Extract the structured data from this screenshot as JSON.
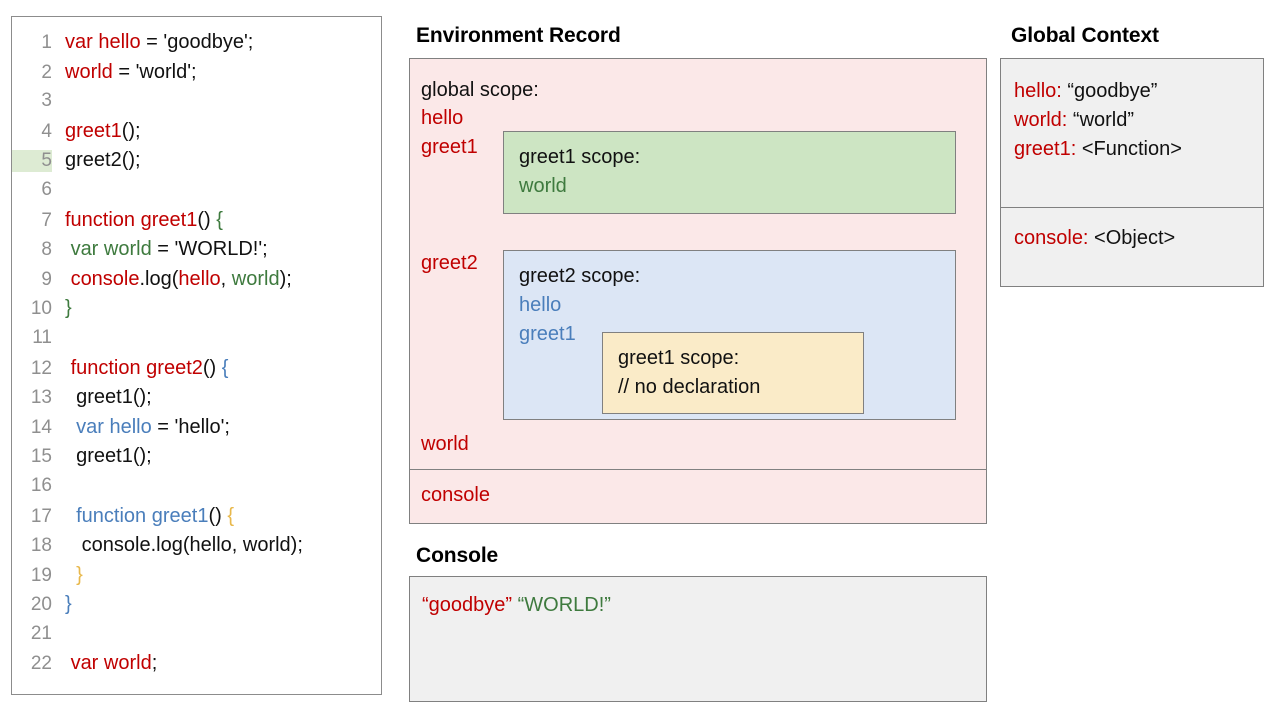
{
  "editor": {
    "highlighted_line": 5,
    "lines": [
      {
        "number": "1",
        "tokens": [
          {
            "t": "var hello",
            "c": "red"
          },
          {
            "t": " = 'goodbye';",
            "c": "black"
          }
        ]
      },
      {
        "number": "2",
        "tokens": [
          {
            "t": "world",
            "c": "red"
          },
          {
            "t": " = 'world';",
            "c": "black"
          }
        ]
      },
      {
        "number": "3",
        "tokens": []
      },
      {
        "number": "4",
        "tokens": [
          {
            "t": "greet1",
            "c": "red"
          },
          {
            "t": "();",
            "c": "black"
          }
        ]
      },
      {
        "number": "5",
        "tokens": [
          {
            "t": "greet2();",
            "c": "black"
          }
        ]
      },
      {
        "number": "6",
        "tokens": []
      },
      {
        "number": "7",
        "tokens": [
          {
            "t": "function greet1",
            "c": "red"
          },
          {
            "t": "() ",
            "c": "black"
          },
          {
            "t": "{",
            "c": "green"
          }
        ]
      },
      {
        "number": "8",
        "tokens": [
          {
            "t": " ",
            "c": "black"
          },
          {
            "t": "var world",
            "c": "green"
          },
          {
            "t": " = 'WORLD!';",
            "c": "black"
          }
        ]
      },
      {
        "number": "9",
        "tokens": [
          {
            "t": " ",
            "c": "black"
          },
          {
            "t": "console",
            "c": "red"
          },
          {
            "t": ".log(",
            "c": "black"
          },
          {
            "t": "hello",
            "c": "red"
          },
          {
            "t": ", ",
            "c": "black"
          },
          {
            "t": "world",
            "c": "green"
          },
          {
            "t": ");",
            "c": "black"
          }
        ]
      },
      {
        "number": "10",
        "tokens": [
          {
            "t": "}",
            "c": "green"
          }
        ]
      },
      {
        "number": "11",
        "tokens": []
      },
      {
        "number": "12",
        "tokens": [
          {
            "t": " ",
            "c": "black"
          },
          {
            "t": "function greet2",
            "c": "red"
          },
          {
            "t": "() ",
            "c": "black"
          },
          {
            "t": "{",
            "c": "blue"
          }
        ]
      },
      {
        "number": "13",
        "tokens": [
          {
            "t": "  greet1();",
            "c": "black"
          }
        ]
      },
      {
        "number": "14",
        "tokens": [
          {
            "t": "  ",
            "c": "black"
          },
          {
            "t": "var hello",
            "c": "blue"
          },
          {
            "t": " = 'hello';",
            "c": "black"
          }
        ]
      },
      {
        "number": "15",
        "tokens": [
          {
            "t": "  greet1();",
            "c": "black"
          }
        ]
      },
      {
        "number": "16",
        "tokens": []
      },
      {
        "number": "17",
        "tokens": [
          {
            "t": "  ",
            "c": "black"
          },
          {
            "t": "function greet1",
            "c": "blue"
          },
          {
            "t": "() ",
            "c": "black"
          },
          {
            "t": "{",
            "c": "amber"
          }
        ]
      },
      {
        "number": "18",
        "tokens": [
          {
            "t": "   console.log(hello, world);",
            "c": "black"
          }
        ]
      },
      {
        "number": "19",
        "tokens": [
          {
            "t": "  ",
            "c": "black"
          },
          {
            "t": "}",
            "c": "amber"
          }
        ]
      },
      {
        "number": "20",
        "tokens": [
          {
            "t": "}",
            "c": "blue"
          }
        ]
      },
      {
        "number": "21",
        "tokens": []
      },
      {
        "number": "22",
        "tokens": [
          {
            "t": " ",
            "c": "black"
          },
          {
            "t": "var world",
            "c": "red"
          },
          {
            "t": ";",
            "c": "black"
          }
        ]
      }
    ]
  },
  "environment_record": {
    "heading": "Environment Record",
    "global_scope_title": "global scope:",
    "vars": {
      "hello": "hello",
      "greet1": "greet1",
      "greet2": "greet2",
      "world": "world",
      "console": "console"
    },
    "greet1_scope": {
      "title": "greet1 scope:",
      "vars": [
        "world"
      ]
    },
    "greet2_scope": {
      "title": "greet2 scope:",
      "vars": [
        "hello",
        "greet1"
      ]
    },
    "greet1_nested_scope": {
      "title": "greet1 scope:",
      "note": "// no declaration"
    }
  },
  "console": {
    "heading": "Console",
    "output": [
      {
        "text": "“goodbye”",
        "color": "red"
      },
      {
        "text": "“WORLD!”",
        "color": "green"
      }
    ]
  },
  "global_context": {
    "heading": "Global Context",
    "variables": [
      {
        "key": "hello:",
        "value": "“goodbye”"
      },
      {
        "key": "world:",
        "value": "“world”"
      },
      {
        "key": "greet1:",
        "value": "<Function>"
      }
    ],
    "builtins": [
      {
        "key": "console:",
        "value": "<Object>"
      }
    ]
  },
  "colors": {
    "red": "#c00000",
    "green": "#3e7a3e",
    "blue": "#4a7ebb",
    "amber": "#e8b84b",
    "pink_panel": "#fbe8e8",
    "green_box": "#cde5c3",
    "blue_box": "#dce6f5",
    "yellow_box": "#faebc8",
    "gray_panel": "#f0f0f0",
    "line_highlight": "#ddebd3"
  }
}
